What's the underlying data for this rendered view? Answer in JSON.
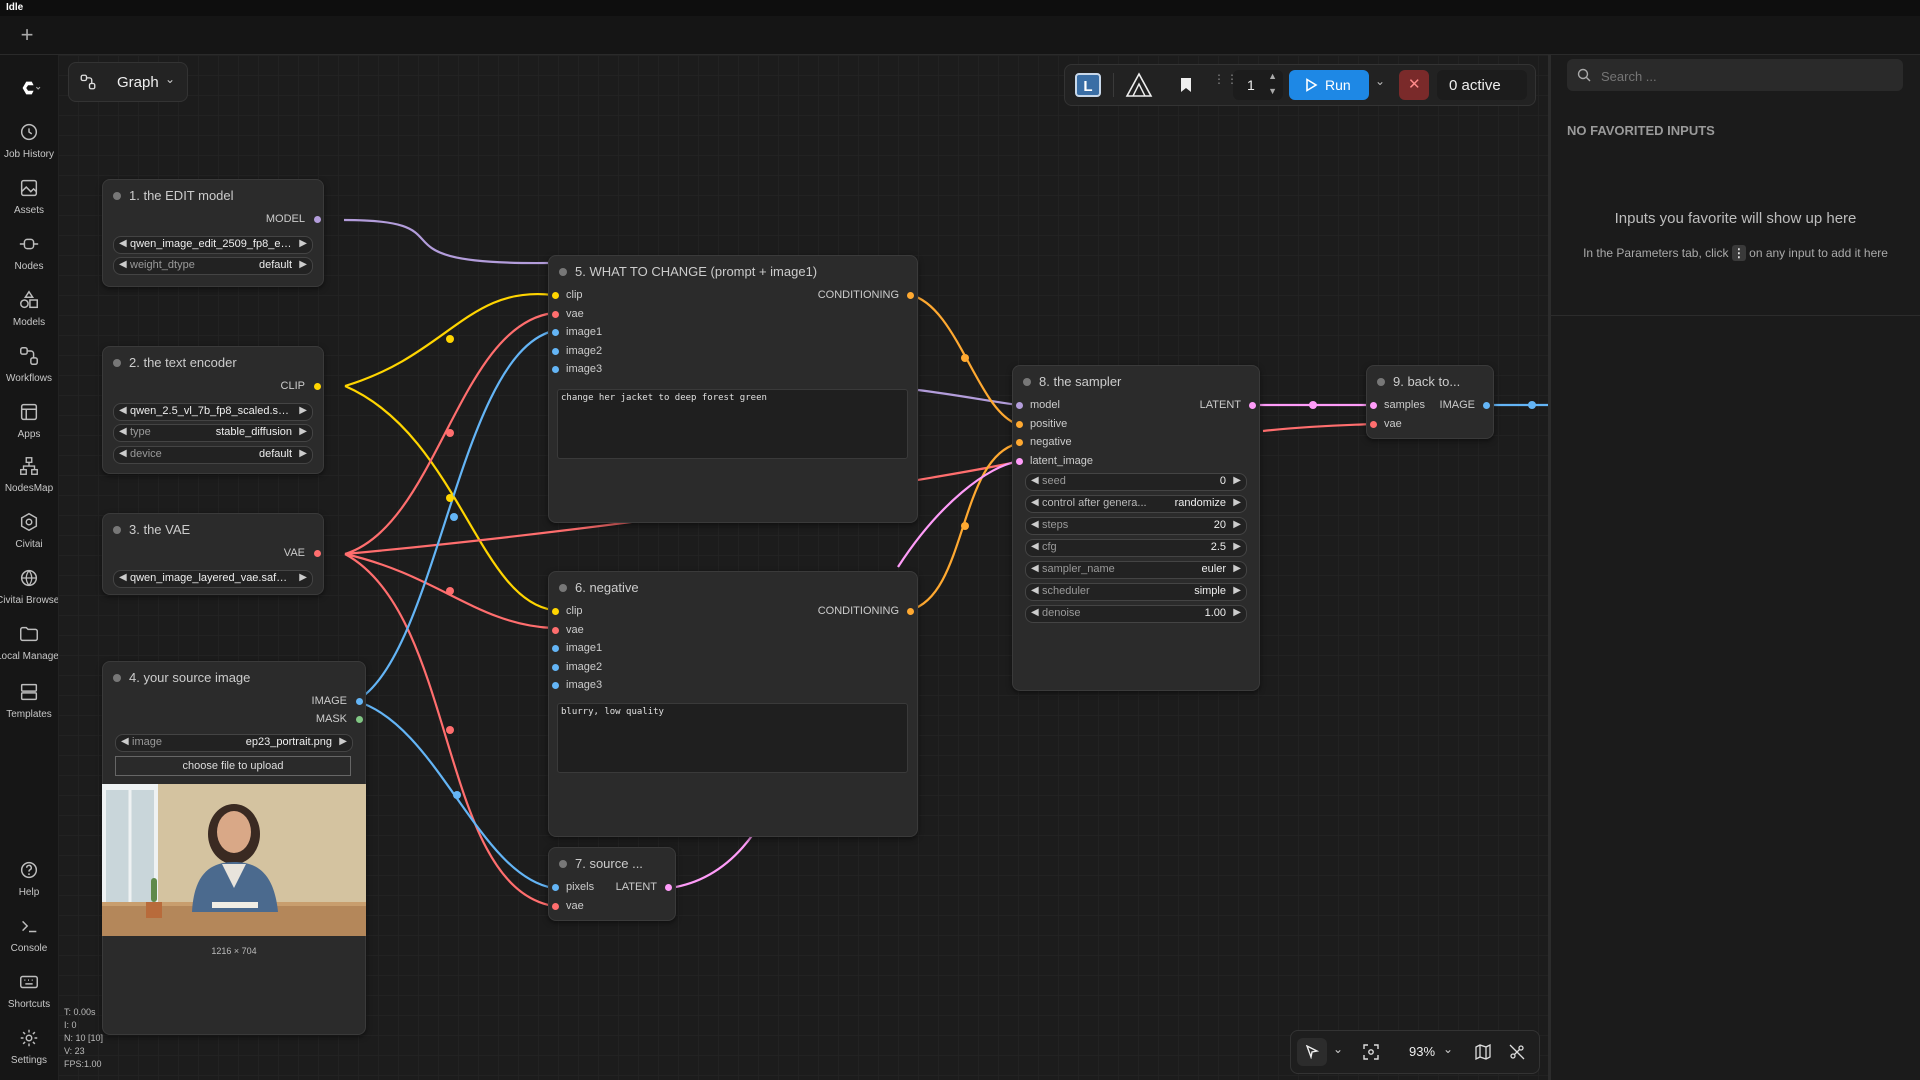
{
  "status_title": "Idle",
  "sidebar": {
    "items": [
      {
        "label": "Job History",
        "icon": "history-icon"
      },
      {
        "label": "Assets",
        "icon": "image-icon"
      },
      {
        "label": "Nodes",
        "icon": "plug-icon"
      },
      {
        "label": "Models",
        "icon": "shapes-icon"
      },
      {
        "label": "Workflows",
        "icon": "workflow-icon"
      },
      {
        "label": "Apps",
        "icon": "app-window-icon"
      },
      {
        "label": "NodesMap",
        "icon": "sitemap-icon"
      },
      {
        "label": "Civitai",
        "icon": "civitai-icon"
      },
      {
        "label": "Civitai Browser",
        "icon": "globe-icon"
      },
      {
        "label": "Local Manager",
        "icon": "folder-icon"
      },
      {
        "label": "Templates",
        "icon": "templates-icon"
      }
    ],
    "bottom": [
      {
        "label": "Help",
        "icon": "help-icon"
      },
      {
        "label": "Console",
        "icon": "terminal-icon"
      },
      {
        "label": "Shortcuts",
        "icon": "keyboard-icon"
      },
      {
        "label": "Settings",
        "icon": "gear-icon"
      }
    ]
  },
  "graph_button": {
    "label": "Graph"
  },
  "toolbar": {
    "batch_count": "1",
    "run_label": "Run",
    "active_label": "0 active"
  },
  "right_panel": {
    "search_placeholder": "Search ...",
    "heading": "NO FAVORITED INPUTS",
    "empty_title": "Inputs you favorite will show up here",
    "empty_hint_before": "In the Parameters tab, click",
    "empty_hint_after": "on any input to add it here"
  },
  "nodes": {
    "n1": {
      "title": "1. the EDIT model",
      "out": "MODEL",
      "ckpt": "qwen_image_edit_2509_fp8_e ...",
      "weight_label": "weight_dtype",
      "weight_value": "default"
    },
    "n2": {
      "title": "2. the text encoder",
      "out": "CLIP",
      "clip": "qwen_2.5_vl_7b_fp8_scaled.saf...",
      "type_label": "type",
      "type_value": "stable_diffusion",
      "device_label": "device",
      "device_value": "default"
    },
    "n3": {
      "title": "3. the VAE",
      "out": "VAE",
      "vae": "qwen_image_layered_vae.safet..."
    },
    "n4": {
      "title": "4. your source image",
      "out1": "IMAGE",
      "out2": "MASK",
      "image_label": "image",
      "image_value": "ep23_portrait.png",
      "upload_label": "choose file to upload",
      "dims": "1216 × 704"
    },
    "n5": {
      "title": "5. WHAT TO CHANGE  (prompt + image1)",
      "in": [
        "clip",
        "vae",
        "image1",
        "image2",
        "image3"
      ],
      "out": "CONDITIONING",
      "prompt": "change her jacket to deep forest green"
    },
    "n6": {
      "title": "6. negative",
      "in": [
        "clip",
        "vae",
        "image1",
        "image2",
        "image3"
      ],
      "out": "CONDITIONING",
      "prompt": "blurry, low quality"
    },
    "n7": {
      "title": "7. source ...",
      "in": [
        "pixels",
        "vae"
      ],
      "out": "LATENT"
    },
    "n8": {
      "title": "8. the sampler",
      "in": [
        "model",
        "positive",
        "negative",
        "latent_image"
      ],
      "out": "LATENT",
      "widgets": [
        {
          "label": "seed",
          "value": "0"
        },
        {
          "label": "control after genera...",
          "value": "randomize"
        },
        {
          "label": "steps",
          "value": "20"
        },
        {
          "label": "cfg",
          "value": "2.5"
        },
        {
          "label": "sampler_name",
          "value": "euler"
        },
        {
          "label": "scheduler",
          "value": "simple"
        },
        {
          "label": "denoise",
          "value": "1.00"
        }
      ]
    },
    "n9": {
      "title": "9. back to...",
      "in": [
        "samples",
        "vae"
      ],
      "out": "IMAGE"
    }
  },
  "zoom": {
    "level": "93%"
  },
  "stats": {
    "t": "T: 0.00s",
    "i": "I: 0",
    "n": "N: 10 [10]",
    "v": "V: 23",
    "fps": "FPS:1.00"
  },
  "colors": {
    "model": "#b39ddb",
    "clip": "#ffd500",
    "vae": "#ff6e6e",
    "image": "#64b5f6",
    "conditioning": "#ffa931",
    "latent": "#ff9cf9",
    "mask": "#81c784",
    "run": "#1e88e5"
  }
}
